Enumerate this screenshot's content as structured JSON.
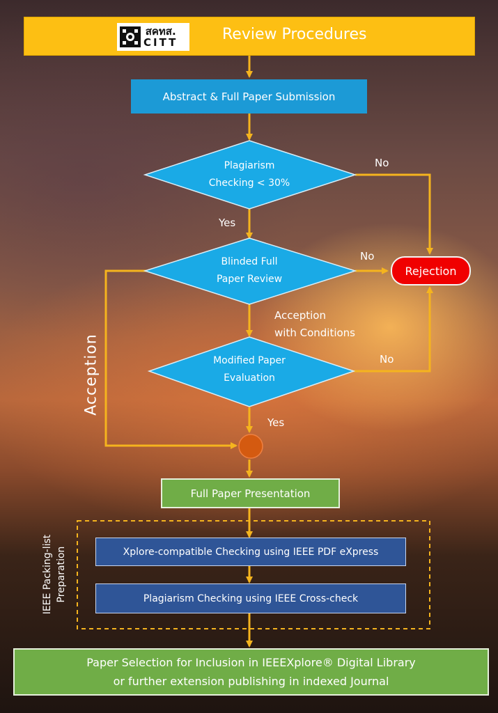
{
  "header": {
    "logo_line1": "สคทส.",
    "logo_line2": "CITT",
    "title": "Review Procedures"
  },
  "steps": {
    "submission": "Abstract & Full Paper Submission",
    "plagiarism_check": [
      "Plagiarism",
      "Checking < 30%"
    ],
    "blinded_review": [
      "Blinded Full",
      "Paper Review"
    ],
    "modified_eval": [
      "Modified Paper",
      "Evaluation"
    ],
    "rejection": "Rejection",
    "presentation": "Full Paper Presentation",
    "xplore_check": "Xplore-compatible Checking using IEEE PDF eXpress",
    "crosscheck": "Plagiarism Checking using IEEE Cross-check",
    "final": [
      "Paper Selection for Inclusion in IEEEXplore® Digital Library",
      "or further extension publishing in indexed Journal"
    ]
  },
  "labels": {
    "no1": "No",
    "yes1": "Yes",
    "no2": "No",
    "acception_conditions": [
      "Acception",
      "with Conditions"
    ],
    "no3": "No",
    "yes2": "Yes",
    "acception": "Acception"
  },
  "group_label": [
    "IEEE Packing-list",
    "Preparation"
  ],
  "colors": {
    "header": "#fdbf13",
    "process_blue": "#1c9ad6",
    "diamond": "#1aaae6",
    "rejection": "#f00000",
    "green": "#70ad47",
    "navy": "#2f5597",
    "connector": "#f5b41e",
    "junction": "#d45a10"
  }
}
